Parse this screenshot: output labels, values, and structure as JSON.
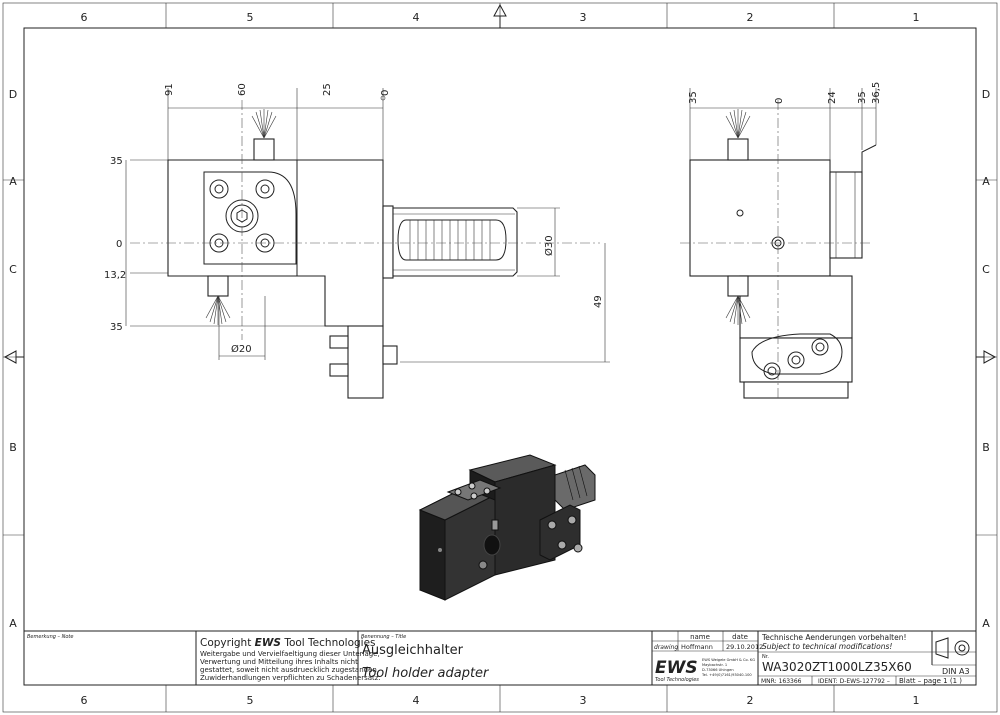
{
  "frame": {
    "columns": [
      "6",
      "5",
      "4",
      "3",
      "2",
      "1"
    ],
    "rows": [
      "D",
      "A",
      "C",
      "B",
      "A"
    ]
  },
  "dimensions": {
    "front_top": [
      "91",
      "60",
      "25",
      "0"
    ],
    "front_left": [
      "35",
      "0",
      "13,2",
      "35"
    ],
    "front_right": [
      "Ø30",
      "49"
    ],
    "front_bottom": "Ø20",
    "side_top": [
      "35",
      "0",
      "24",
      "35",
      "36,5"
    ]
  },
  "title_block": {
    "remark_label": "Bemerkung – Note",
    "copyright_prefix": "Copyright ",
    "copyright_brand": "EWS",
    "copyright_suffix": " Tool Technologies",
    "copyright_lines": [
      "Weitergabe und Vervielfaeltigung dieser Unterlage,",
      "Verwertung und Mitteilung ihres Inhalts nicht",
      "gestattet, soweit nicht ausdruecklich zugestanden.",
      "Zuwiderhandlungen verpflichten zu Schadenersatz."
    ],
    "title_label": "Benennung – Title",
    "title_de": "Ausgleichhalter",
    "title_en": "Tool holder adapter",
    "col_name": "name",
    "col_date": "date",
    "row_drawing": "drawing",
    "drawing_name": "Hoffmann",
    "drawing_date": "29.10.2012",
    "logo": "EWS",
    "logo_sub": "Tool Technologies",
    "company_lines": [
      "EWS Weigele GmbH & Co. KG",
      "Maybachstr. 1",
      "D-73066 Uhingen",
      "Tel. +49(0)7161/93040-100"
    ],
    "note_de": "Technische Aenderungen vorbehalten!",
    "note_en": "Subject to technical modifications!",
    "nr_label": "Nr.",
    "part_number": "WA3020ZT1000LZ35X60",
    "mnr": "MNR: 163366",
    "ident": "IDENT: D-EWS-127792 –",
    "sheet": "Blatt – page  1 (1 )",
    "format": "DIN A3"
  }
}
